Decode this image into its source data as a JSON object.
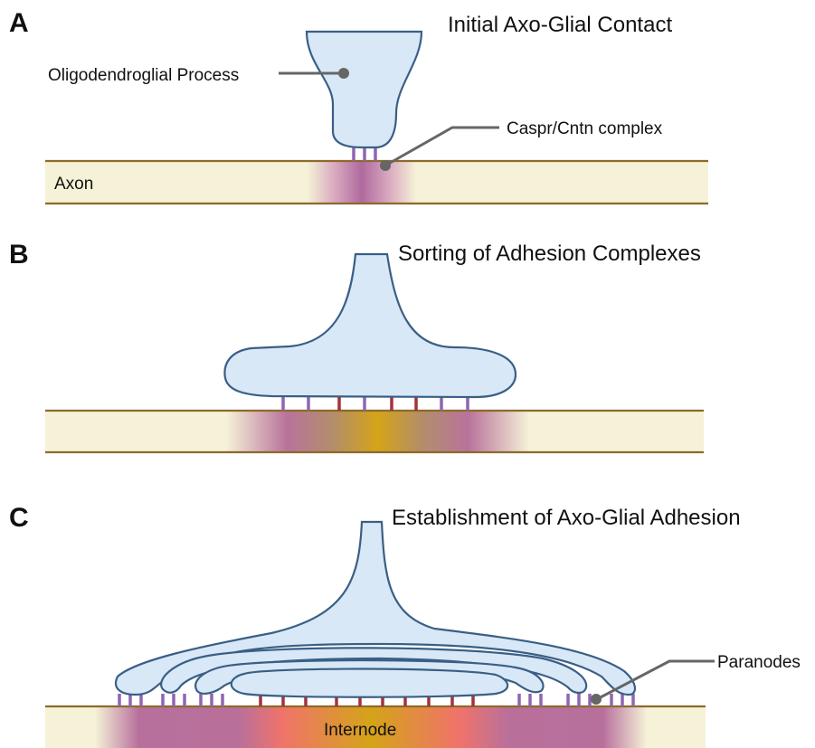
{
  "panels": {
    "a": {
      "letter": "A",
      "title": "Initial Axo-Glial Contact",
      "process_label": "Oligodendroglial Process",
      "complex_label": "Caspr/Cntn complex",
      "axon_label": "Axon"
    },
    "b": {
      "letter": "B",
      "title": "Sorting of Adhesion Complexes"
    },
    "c": {
      "letter": "C",
      "title": "Establishment of Axo-Glial Adhesion",
      "paranodes_label": "Paranodes",
      "internode_label": "Internode"
    }
  },
  "colors": {
    "axon_fill": "#f5f2d7",
    "axon_edge": "#8d6a2a",
    "glia_fill": "#d9e8f6",
    "glia_stroke": "#3a5f86",
    "caspr": "#b06a9e",
    "caspr_stick": "#8f66b0",
    "internode_yellow": "#d4a418",
    "internode_red": "#f0736a",
    "internode_stick": "#a3333a",
    "leader": "#666666"
  }
}
